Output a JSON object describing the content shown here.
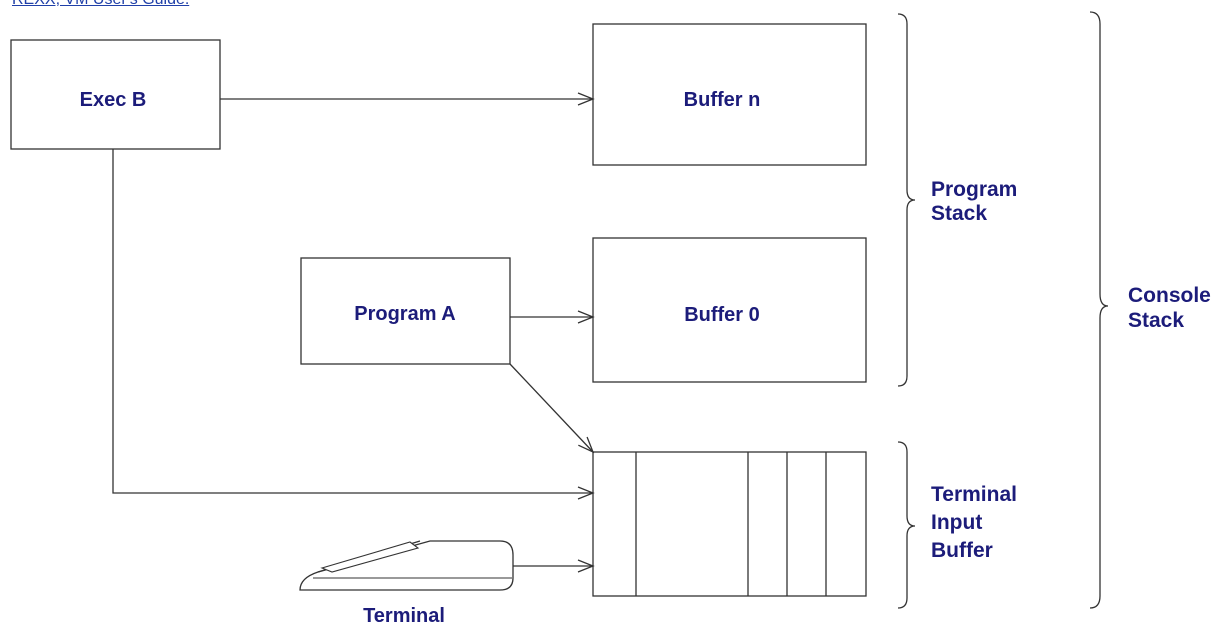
{
  "header_fragment": "REXX, VM User's Guide.",
  "boxes": {
    "exec_b": "Exec B",
    "program_a": "Program A",
    "buffer_n": "Buffer n",
    "buffer_0": "Buffer 0",
    "terminal": "Terminal"
  },
  "brackets": {
    "program_stack": [
      "Program",
      "Stack"
    ],
    "terminal_input_buffer": [
      "Terminal",
      "Input",
      "Buffer"
    ],
    "console_stack": [
      "Console",
      "Stack"
    ]
  },
  "colors": {
    "label_text": "#1c1c7a",
    "lines": "#333333",
    "link": "#1f3fa8"
  }
}
